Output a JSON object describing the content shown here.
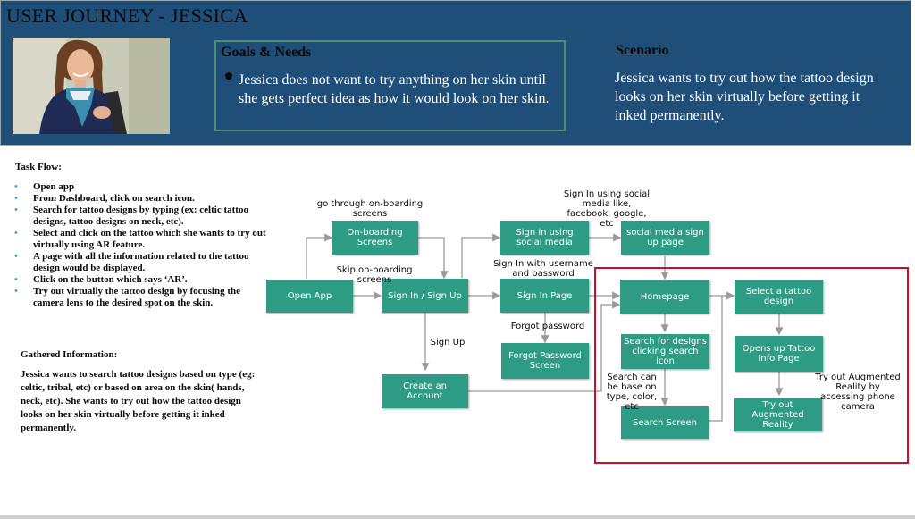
{
  "title": "USER JOURNEY - JESSICA",
  "goals": {
    "heading": "Goals & Needs",
    "text": "Jessica does not want to try anything on her skin until she gets perfect idea as how it would look on her skin."
  },
  "scenario": {
    "heading": "Scenario",
    "text": "Jessica wants to try out how the tattoo design looks on her skin virtually before getting it inked permanently."
  },
  "task_flow": {
    "heading": "Task Flow:",
    "items": [
      "Open app",
      "From Dashboard, click on search icon.",
      "Search for tattoo designs by typing (ex: celtic tattoo designs, tattoo designs on neck, etc).",
      "Select and click on the tattoo which she wants to try out virtually using AR feature.",
      "A page with all the information related to the tattoo design would be displayed.",
      "Click on the button which says ‘AR’.",
      "Try out virtually the tattoo design by focusing the camera lens to the desired spot on the skin."
    ]
  },
  "gathered": {
    "heading": "Gathered Information:",
    "text": "Jessica wants to search tattoo designs based on type (eg: celtic, tribal, etc) or based on area on the skin( hands, neck, etc). She wants to try out how the tattoo design looks on her skin virtually before getting it inked permanently."
  },
  "flow": {
    "nodes": {
      "open_app": "Open App",
      "onboarding": "On-boarding Screens",
      "sign_in_up": "Sign In / Sign Up",
      "sign_in_social": "Sign in using social media",
      "social_signup": "social media sign up page",
      "sign_in_page": "Sign In Page",
      "forgot_page": "Forgot Password Screen",
      "create_account": "Create an Account",
      "homepage": "Homepage",
      "search_designs": "Search for designs clicking search icon",
      "search_screen": "Search Screen",
      "select_tattoo": "Select a tattoo design",
      "tattoo_info": "Opens up Tattoo Info Page",
      "try_ar": "Try out Augmented Reality"
    },
    "labels": {
      "go_through": "go through on-boarding screens",
      "skip": "Skip on-boarding screens",
      "social_label": "Sign In using social media like, facebook, google, etc",
      "username_label": "Sign In with username and password",
      "forgot_label": "Forgot password",
      "signup_label": "Sign Up",
      "search_base": "Search can be base on type, color, etc",
      "try_ar_label": "Try out Augmented Reality by accessing phone camera"
    },
    "colors": {
      "node": "#2e9c84",
      "banner": "#1f4e79",
      "highlight": "#c8102e",
      "connector": "#9a9a9a"
    }
  }
}
